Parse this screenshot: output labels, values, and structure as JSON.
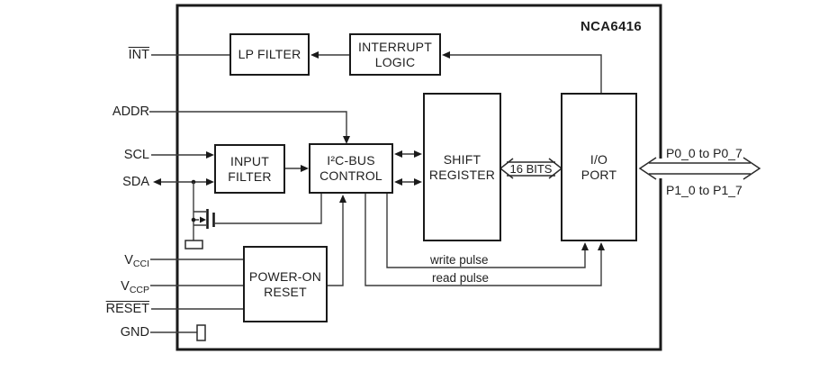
{
  "title": "NCA6416",
  "blocks": {
    "lp_filter": "LP FILTER",
    "interrupt_logic": "INTERRUPT\nLOGIC",
    "input_filter": "INPUT\nFILTER",
    "i2c_bus_control": "I²C-BUS\nCONTROL",
    "shift_register": "SHIFT\nREGISTER",
    "io_port": "I/O\nPORT",
    "power_on_reset": "POWER-ON\nRESET"
  },
  "pins": {
    "int": "INT",
    "addr": "ADDR",
    "scl": "SCL",
    "sda": "SDA",
    "vcci": {
      "base": "V",
      "sub": "CCI"
    },
    "vccp": {
      "base": "V",
      "sub": "CCP"
    },
    "reset": "RESET",
    "gnd": "GND"
  },
  "ports": {
    "p0": "P0_0 to P0_7",
    "p1": "P1_0 to P1_7"
  },
  "bus_width_label": "16 BITS",
  "signals": {
    "write_pulse": "write pulse",
    "read_pulse": "read pulse"
  },
  "colors": {
    "line": "#3a3a3a",
    "box_border": "#1a1a1a",
    "background": "#ffffff"
  }
}
